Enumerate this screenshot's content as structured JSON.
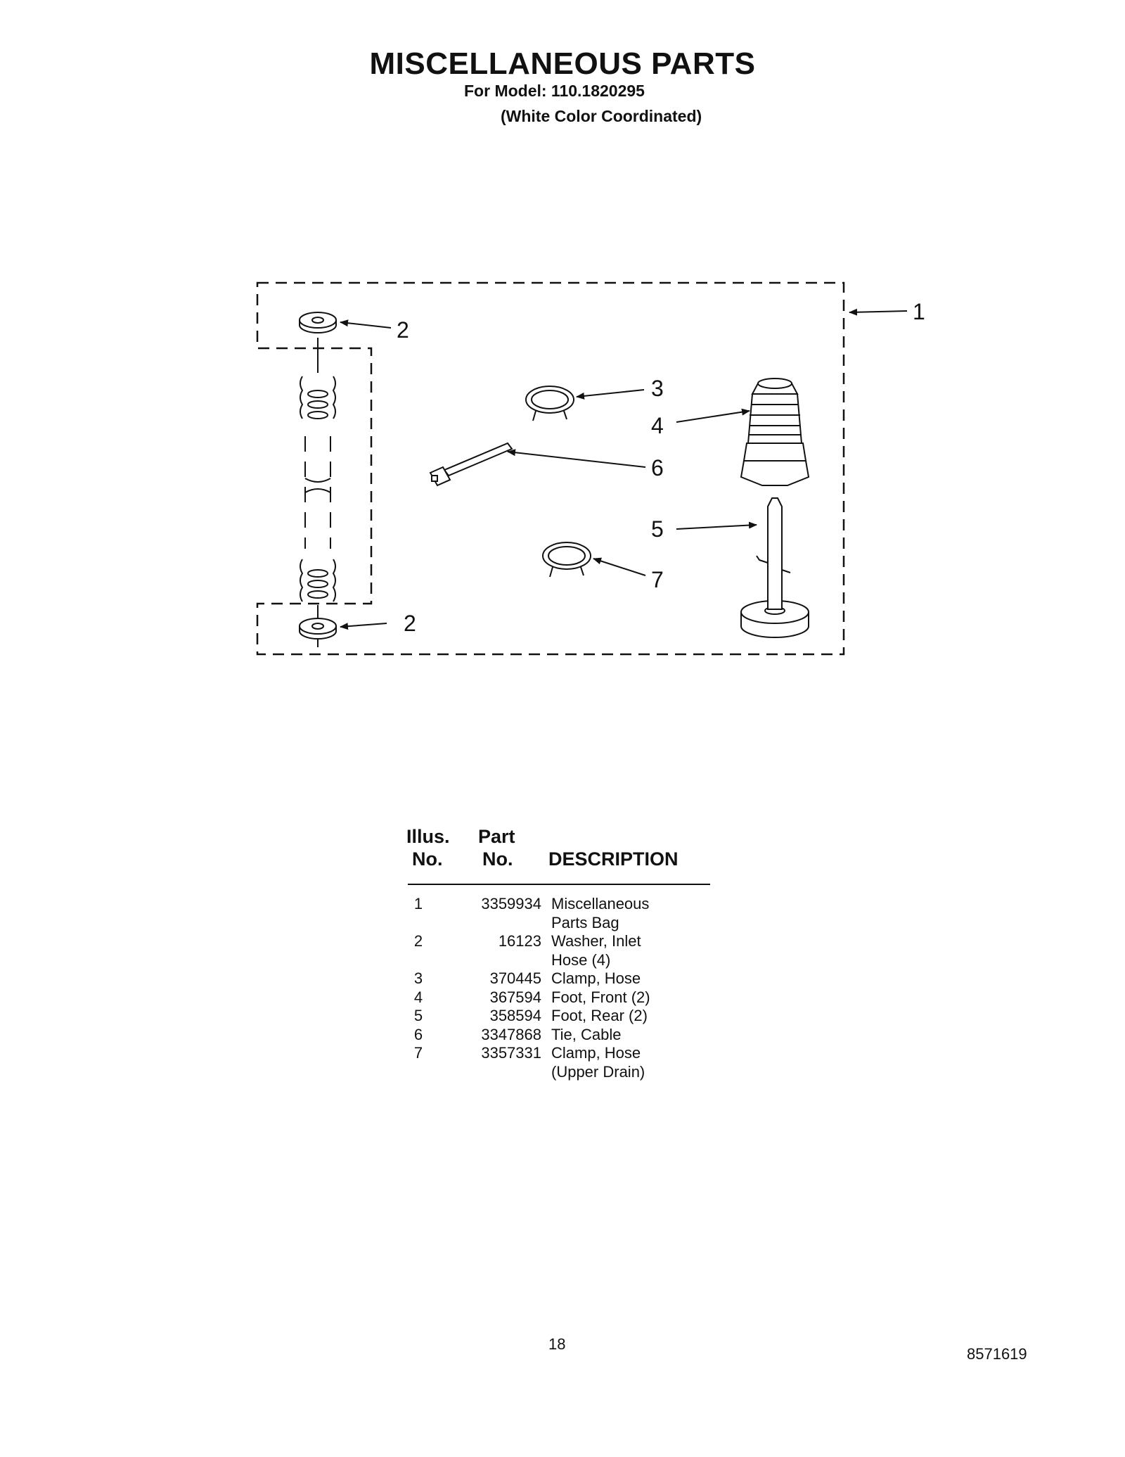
{
  "header": {
    "title": "MISCELLANEOUS PARTS",
    "model_line": "For Model: 110.1820295",
    "color_line": "(White Color Coordinated)"
  },
  "diagram": {
    "callouts": [
      "1",
      "2",
      "2",
      "3",
      "4",
      "6",
      "5",
      "7"
    ]
  },
  "table": {
    "headers": {
      "illus_line1": "Illus.",
      "illus_line2": "No.",
      "part_line1": "Part",
      "part_line2": "No.",
      "description": "DESCRIPTION"
    },
    "rows": [
      {
        "illus": "1",
        "part": "3359934",
        "desc1": "Miscellaneous",
        "desc2": "Parts Bag"
      },
      {
        "illus": "2",
        "part": "16123",
        "desc1": "Washer, Inlet",
        "desc2": "Hose (4)"
      },
      {
        "illus": "3",
        "part": "370445",
        "desc1": "Clamp, Hose",
        "desc2": ""
      },
      {
        "illus": "4",
        "part": "367594",
        "desc1": "Foot, Front (2)",
        "desc2": ""
      },
      {
        "illus": "5",
        "part": "358594",
        "desc1": "Foot, Rear (2)",
        "desc2": ""
      },
      {
        "illus": "6",
        "part": "3347868",
        "desc1": "Tie, Cable",
        "desc2": ""
      },
      {
        "illus": "7",
        "part": "3357331",
        "desc1": "Clamp, Hose",
        "desc2": "(Upper Drain)"
      }
    ]
  },
  "footer": {
    "page_number": "18",
    "document_number": "8571619"
  }
}
